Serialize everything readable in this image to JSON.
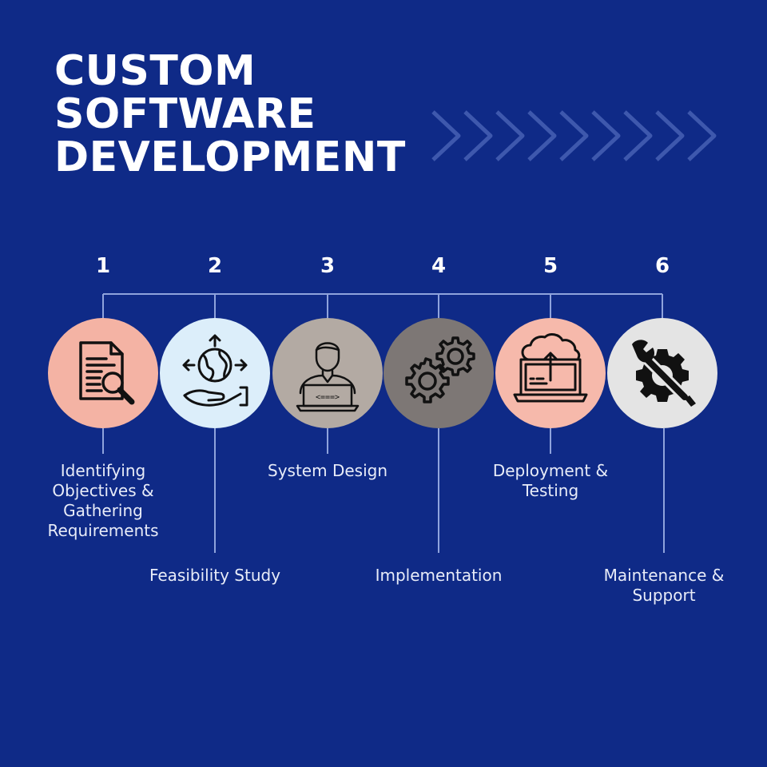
{
  "title": {
    "line1": "CUSTOM",
    "line2": "SOFTWARE",
    "line3": "DEVELOPMENT"
  },
  "colors": {
    "background": "#0f2a87",
    "connector": "#8fa3dc",
    "chevron": "#3e58ad"
  },
  "steps": [
    {
      "number": "1",
      "label": "Identifying\nObjectives &\nGathering\nRequirements",
      "icon": "document-search-icon",
      "circle_color": "#f4b3a4"
    },
    {
      "number": "2",
      "label": "Feasibility Study",
      "icon": "globe-hand-icon",
      "circle_color": "#dceefa"
    },
    {
      "number": "3",
      "label": "System Design",
      "icon": "developer-laptop-icon",
      "circle_color": "#b3aaa3"
    },
    {
      "number": "4",
      "label": "Implementation",
      "icon": "gears-icon",
      "circle_color": "#7d7775"
    },
    {
      "number": "5",
      "label": "Deployment &\nTesting",
      "icon": "cloud-upload-laptop-icon",
      "circle_color": "#f6b9ab"
    },
    {
      "number": "6",
      "label": "Maintenance &\nSupport",
      "icon": "wrench-gear-icon",
      "circle_color": "#e4e4e4"
    }
  ]
}
